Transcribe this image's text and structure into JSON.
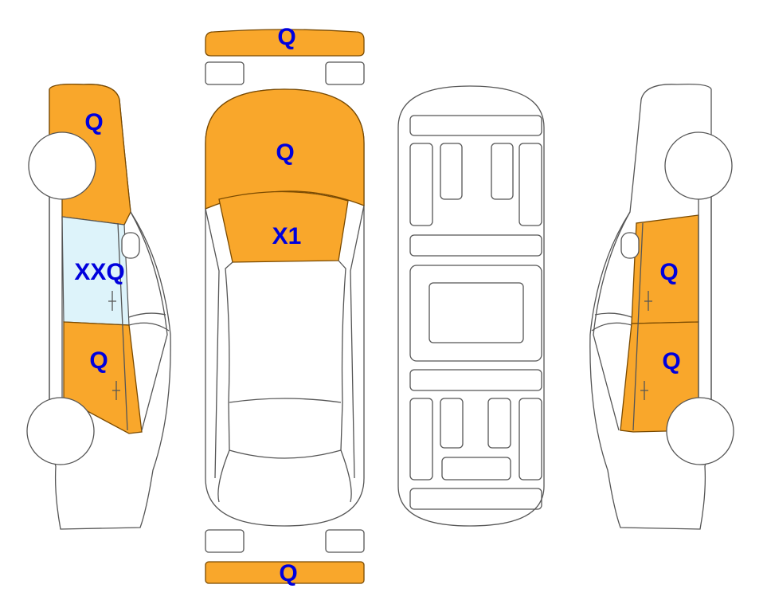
{
  "colors": {
    "damage": "#F9A72B",
    "glass_damage": "#DDF3FA",
    "label": "#0000DD",
    "outline": "#555555"
  },
  "labels": {
    "front_bumper": "Q",
    "hood": "Q",
    "windshield": "X1",
    "left_front_fender": "Q",
    "left_front_window": "XXQ",
    "left_front_door": "Q",
    "right_front_door": "Q",
    "right_rear_door": "Q",
    "rear_bumper": "Q"
  }
}
